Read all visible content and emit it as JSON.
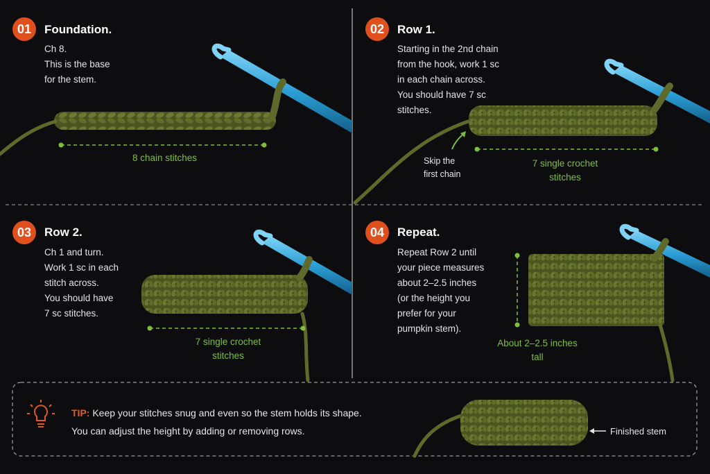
{
  "steps": [
    {
      "number": "01",
      "title": "Foundation.",
      "lines": [
        "Ch 8.",
        "This is the base",
        "for the stem."
      ],
      "measure_lines": [
        "8 chain stitches"
      ]
    },
    {
      "number": "02",
      "title": "Row 1.",
      "lines": [
        "Starting in the 2nd chain",
        "from the hook, work 1 sc",
        "in each chain across.",
        "You should have 7 sc",
        "stitches."
      ],
      "measure_lines": [
        "7 single crochet",
        "stitches"
      ],
      "callout_lines": [
        "Skip the",
        "first chain"
      ]
    },
    {
      "number": "03",
      "title": "Row 2.",
      "lines": [
        "Ch 1 and turn.",
        "Work 1 sc in each",
        "stitch across.",
        "You should have",
        "7 sc stitches."
      ],
      "measure_lines": [
        "7 single crochet",
        "stitches"
      ]
    },
    {
      "number": "04",
      "title": "Repeat.",
      "lines": [
        "Repeat Row 2 until",
        "your piece measures",
        "about 2–2.5 inches",
        "(or the height you",
        "prefer for your",
        "pumpkin stem)."
      ],
      "measure_lines": [
        "About 2–2.5 inches",
        "tall"
      ]
    }
  ],
  "tip": {
    "label": "TIP:",
    "line1": "Keep your stitches snug and even so the stem holds its shape.",
    "line2": "You can adjust the height by adding or removing rows."
  },
  "finished_label": "Finished stem",
  "colors": {
    "accent": "#e0501e",
    "measure": "#7fbf3e",
    "yarn": "#5f6a2a",
    "hook": "#2fa2d6",
    "background": "#0d0d0f"
  },
  "icons": {
    "tip": "lightbulb-icon",
    "arrow": "arrow-left-icon"
  }
}
